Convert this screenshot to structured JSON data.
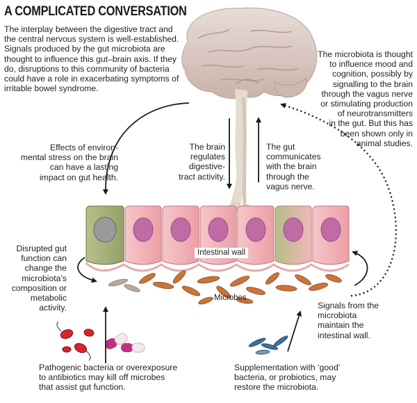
{
  "title": "A COMPLICATED CONVERSATION",
  "intro": "The interplay between the digestive tract and the central nervous system is well-established. Signals produced by the gut microbiota are thought to influence this gut–brain axis. If they do, disruptions to this community of bacteria could have a role in exacerbating symptoms of irritable bowel syndrome.",
  "notes": {
    "microbiota_mood": "The microbiota is thought\nto influence mood and\ncognition, possibly by\nsignalling to the brain\nthrough the vagus nerve\nor stimulating production\nof neurotransmitters\nin the gut. But this has\nbeen shown only in\nanimal studies.",
    "stress": "Effects of environ-\nmental stress on the brain\ncan have a lasting\nimpact on gut health.",
    "brain_regulates": "The brain\nregulates\ndigestive-\ntract activity.",
    "gut_communicates": "The gut\ncommunicates\nwith the brain\nthrough the\nvagus nerve.",
    "disrupted": "Disrupted gut\nfunction can\nchange the\nmicrobiota’s\ncomposition or\nmetabolic\nactivity.",
    "signals_maintain": "Signals from the\nmicrobiota\nmaintain the\nintestinal wall.",
    "pathogenic": "Pathogenic bacteria or overexposure\nto antibiotics may kill off microbes\nthat assist gut function.",
    "supplementation": "Supplementation with ‘good’\nbacteria, or probiotics, may\nrestore the microbiota."
  },
  "labels": {
    "intestinal_wall": "Intestinal wall",
    "microbes": "Microbes"
  },
  "colors": {
    "cell_healthy": "#f2b8bc",
    "cell_damaged": "#a6ad78",
    "nucleus": "#c06aa6",
    "brain": "#d8c8c0",
    "microbe": "#c8743a",
    "arrow": "#1a1a1a"
  }
}
